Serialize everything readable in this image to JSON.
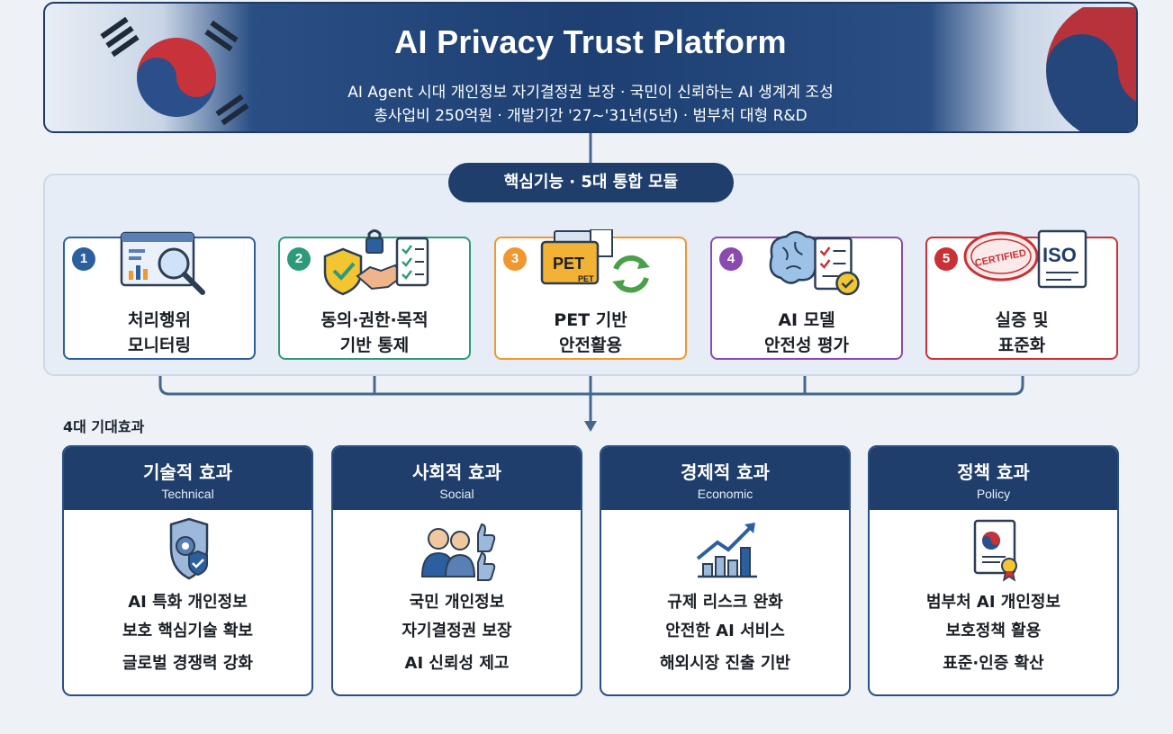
{
  "header": {
    "title": "AI Privacy Trust Platform",
    "subtitle1": "AI Agent 시대 개인정보 자기결정권 보장 · 국민이 신뢰하는 AI 생계계 조성",
    "subtitle2": "총사업비 250억원 · 개발기간 '27~'31년(5년) · 범부처 대형 R&D"
  },
  "core": {
    "label": "핵심기능 · 5대 통합 모듈"
  },
  "modules": [
    {
      "num": "1",
      "line1": "처리행위",
      "line2": "모니터링",
      "icon": "monitoring-magnifier-icon",
      "color": "#2c5fa0"
    },
    {
      "num": "2",
      "line1": "동의·권한·목적",
      "line2": "기반 통제",
      "icon": "consent-lock-handshake-icon",
      "color": "#2e9a7a"
    },
    {
      "num": "3",
      "line1": "PET 기반",
      "line2": "안전활용",
      "icon": "pet-recycle-icon",
      "color": "#f0972e",
      "icon_text1": "PET",
      "icon_text2": "PET"
    },
    {
      "num": "4",
      "line1": "AI 모델",
      "line2": "안전성 평가",
      "icon": "brain-checklist-icon",
      "color": "#8a4ab0"
    },
    {
      "num": "5",
      "line1": "실증 및",
      "line2": "표준화",
      "icon": "certified-iso-icon",
      "color": "#c83236",
      "icon_text1": "CERTIFIED",
      "icon_text2": "ISO"
    }
  ],
  "effects_label": "4대 기대효과",
  "effects": [
    {
      "ko": "기술적 효과",
      "en": "Technical",
      "icon": "shield-gear-icon",
      "line1": "AI 특화 개인정보",
      "line2": "보호 핵심기술 확보",
      "line3": "글로벌 경쟁력 강화"
    },
    {
      "ko": "사회적 효과",
      "en": "Social",
      "icon": "people-thumbs-up-icon",
      "line1": "국민 개인정보",
      "line2": "자기결정권 보장",
      "line3": "AI 신뢰성 제고"
    },
    {
      "ko": "경제적 효과",
      "en": "Economic",
      "icon": "growth-chart-icon",
      "line1": "규제 리스크 완화",
      "line2": "안전한 AI 서비스",
      "line3": "해외시장 진출 기반"
    },
    {
      "ko": "정책 효과",
      "en": "Policy",
      "icon": "certificate-seal-icon",
      "line1": "범부처 AI 개인정보",
      "line2": "보호정책 활용",
      "line3": "표준·인증 확산"
    }
  ],
  "colors": {
    "navy": "#1f3e6b",
    "connector": "#44678f",
    "background": "#eef2f7"
  }
}
